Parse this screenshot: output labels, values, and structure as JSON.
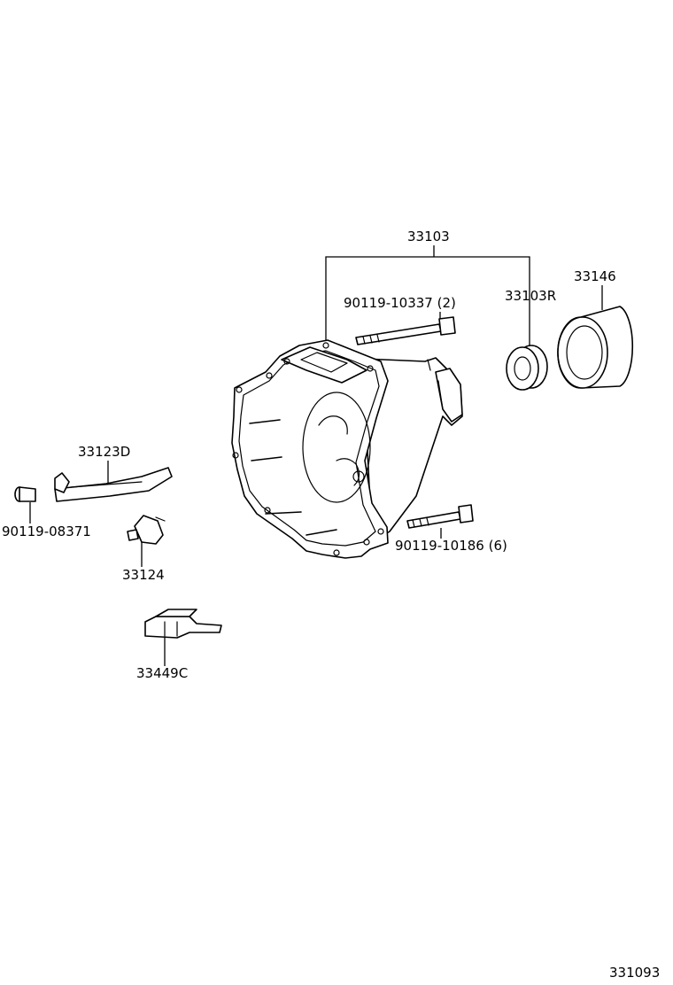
{
  "diagram": {
    "parts": {
      "case_assy": "33103",
      "oil_seal": "33103R",
      "dust_cover": "33146",
      "bolt_upper": "90119-10337 (2)",
      "bolt_lower": "90119-10186 (6)",
      "lever": "33123D",
      "bolt_small": "90119-08371",
      "shaft_lever": "33124",
      "clip": "33449C"
    },
    "figure_number": "331093"
  }
}
